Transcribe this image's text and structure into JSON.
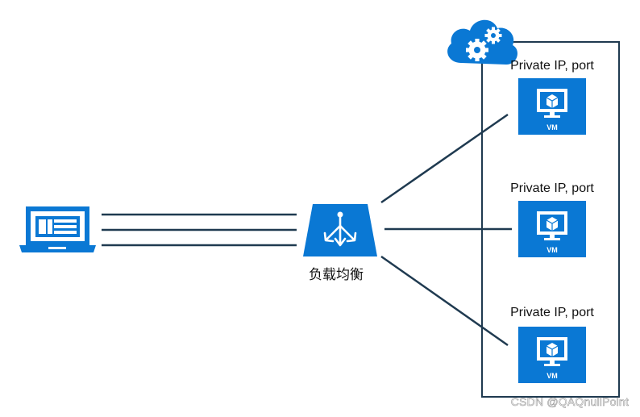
{
  "colors": {
    "azure_blue": "#0a78d4",
    "line": "#1f3a50",
    "text": "#111111"
  },
  "icons": {
    "client": "laptop-icon",
    "load_balancer": "load-balancer-icon",
    "cloud": "cloud-gear-icon",
    "vm": "vm-monitor-icon"
  },
  "load_balancer": {
    "label": "负载均衡"
  },
  "vms": [
    {
      "ip_label": "Private IP, port",
      "badge": "VM"
    },
    {
      "ip_label": "Private IP, port",
      "badge": "VM"
    },
    {
      "ip_label": "Private IP, port",
      "badge": "VM"
    }
  ],
  "watermark": "CSDN @QAQnullPoint"
}
